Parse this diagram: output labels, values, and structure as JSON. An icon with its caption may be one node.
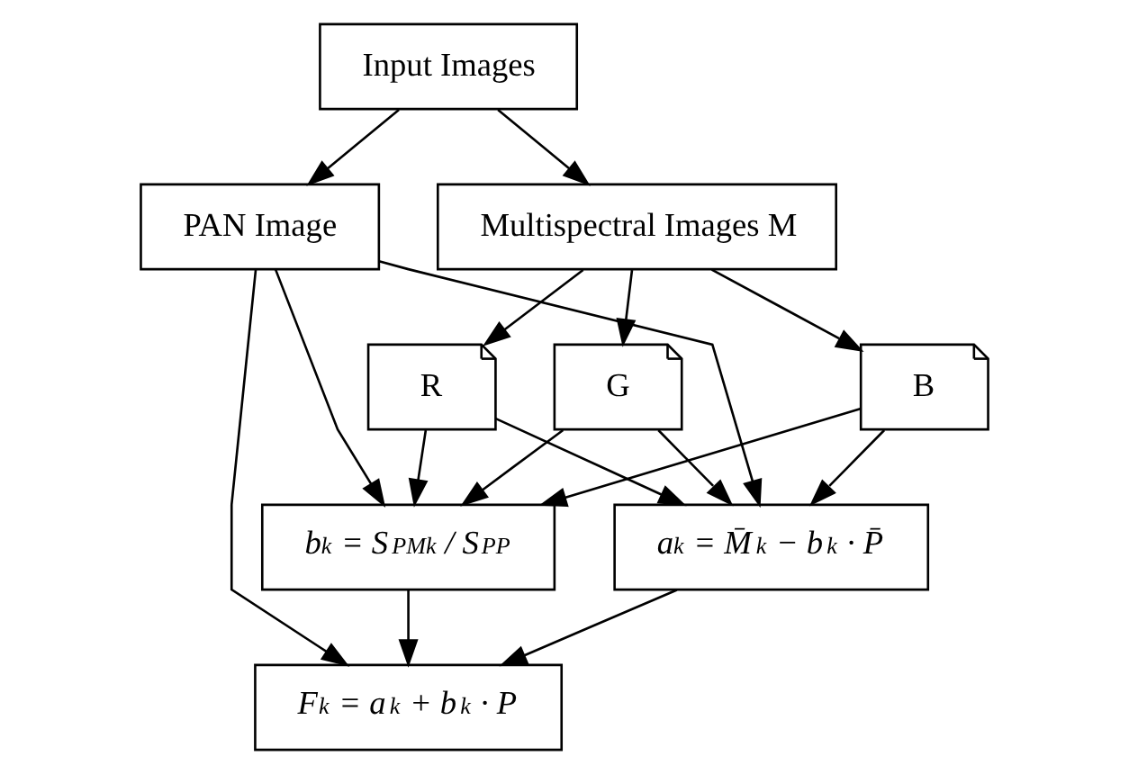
{
  "diagram": {
    "nodes": [
      {
        "text": [
          "Input Images"
        ]
      },
      {
        "text": [
          "PAN Image"
        ]
      },
      {
        "text": [
          "Multispectral Images M"
        ]
      },
      {
        "text": [
          "R"
        ]
      },
      {
        "text": [
          "G"
        ]
      },
      {
        "text": [
          "B"
        ]
      },
      {
        "text": [
          "b$_{k}$ = S$_{PMk}$ / S$_{PP}$"
        ]
      },
      {
        "text": [
          "a$_{k}$ = M̄$_{k}$ − b$_{k}$ · P̄"
        ]
      },
      {
        "text": [
          "F$_{k}$ = a$_{k}$ + b$_{k}$ · P"
        ]
      }
    ],
    "edges": [
      {
        "from": 0,
        "to": 1,
        "arrow": "to"
      },
      {
        "from": 0,
        "to": 2,
        "arrow": "to"
      },
      {
        "from": 2,
        "to": 3,
        "arrow": "to"
      },
      {
        "from": 2,
        "to": 4,
        "arrow": "to"
      },
      {
        "from": 2,
        "to": 5,
        "arrow": "to"
      },
      {
        "from": 1,
        "to": 6,
        "arrow": "to"
      },
      {
        "from": 3,
        "to": 6,
        "arrow": "to"
      },
      {
        "from": 4,
        "to": 6,
        "arrow": "to"
      },
      {
        "from": 5,
        "to": 6,
        "arrow": "to"
      },
      {
        "from": 1,
        "to": 7,
        "arrow": "to"
      },
      {
        "from": 3,
        "to": 7,
        "arrow": "to"
      },
      {
        "from": 4,
        "to": 7,
        "arrow": "to"
      },
      {
        "from": 5,
        "to": 7,
        "arrow": "to"
      },
      {
        "from": 7,
        "to": 8,
        "arrow": "to"
      },
      {
        "from": 6,
        "to": 8,
        "arrow": "to"
      },
      {
        "from": 1,
        "to": 8,
        "arrow": "to"
      }
    ]
  }
}
